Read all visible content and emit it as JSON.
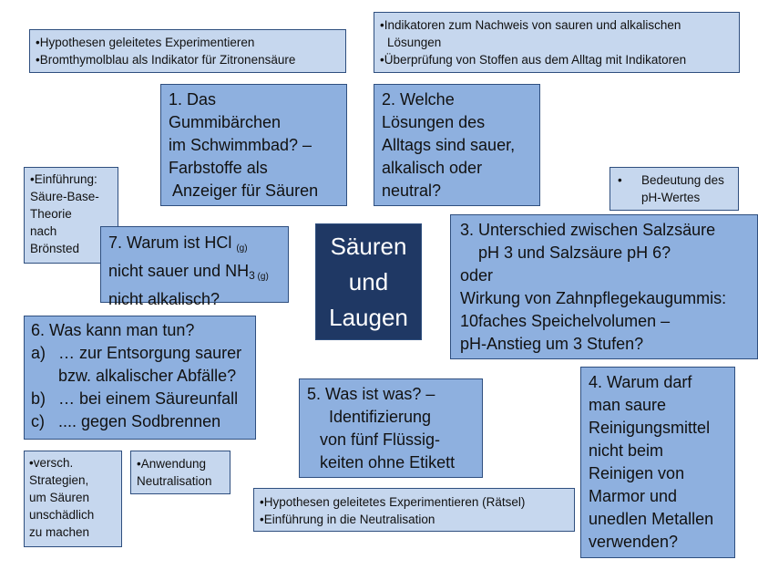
{
  "center": {
    "line1": "Säuren",
    "line2": "und",
    "line3": "Laugen"
  },
  "notes": {
    "top_left": [
      "•Hypothesen geleitetes Experimentieren",
      "•Bromthymolblau als Indikator für Zitronensäure"
    ],
    "top_right": [
      "•Indikatoren zum Nachweis von sauren und alkalischen",
      "Lösungen",
      "•Überprüfung von Stoffen aus dem Alltag mit Indikatoren"
    ],
    "einfuehrung": [
      "•Einführung:",
      "Säure-Base-",
      "Theorie",
      "nach",
      "Brönsted"
    ],
    "ph_wert": {
      "bullet": "•",
      "line1": "Bedeutung des",
      "line2": "pH-Wertes"
    },
    "strategien": [
      "•versch.",
      "Strategien,",
      "um Säuren",
      "unschädlich",
      "zu machen"
    ],
    "anwendung": [
      "•Anwendung",
      "Neutralisation"
    ],
    "raetsel": [
      "•Hypothesen geleitetes Experimentieren (Rätsel)",
      "•Einführung in die Neutralisation"
    ]
  },
  "q1": [
    "1. Das",
    "Gummibärchen",
    "im Schwimmbad? –",
    "Farbstoffe als",
    " Anzeiger für Säuren"
  ],
  "q2": [
    "2. Welche",
    "Lösungen des",
    "Alltags sind sauer,",
    "alkalisch oder",
    "neutral?"
  ],
  "q3": [
    "3. Unterschied zwischen Salzsäure",
    "pH 3 und Salzsäure pH 6?",
    "oder",
    "Wirkung von Zahnpflegekaugummis:",
    "10faches Speichelvolumen –",
    "pH-Anstieg um 3 Stufen?"
  ],
  "q4": [
    "4. Warum darf",
    "man saure",
    "Reinigungsmittel",
    "nicht beim",
    "Reinigen von",
    "Marmor und",
    "unedlen Metallen",
    "verwenden?"
  ],
  "q5": [
    "5. Was ist was? –",
    "Identifizierung",
    "von fünf Flüssig-",
    "keiten ohne Etikett"
  ],
  "q6": {
    "title": "6. Was kann man tun?",
    "items": [
      {
        "n": "a)",
        "t": "… zur Entsorgung saurer"
      },
      {
        "n": "",
        "t": "bzw. alkalischer Abfälle?"
      },
      {
        "n": "b)",
        "t": "… bei einem Säureunfall"
      },
      {
        "n": "c)",
        "t": ".... gegen Sodbrennen"
      }
    ]
  },
  "q7": {
    "l1a": "7. Warum ist HCl ",
    "l1sub": "(g)",
    "l2a": "nicht sauer und NH",
    "l2sub1": "3",
    "l2sub2": " (g)",
    "l3": "nicht alkalisch?"
  }
}
